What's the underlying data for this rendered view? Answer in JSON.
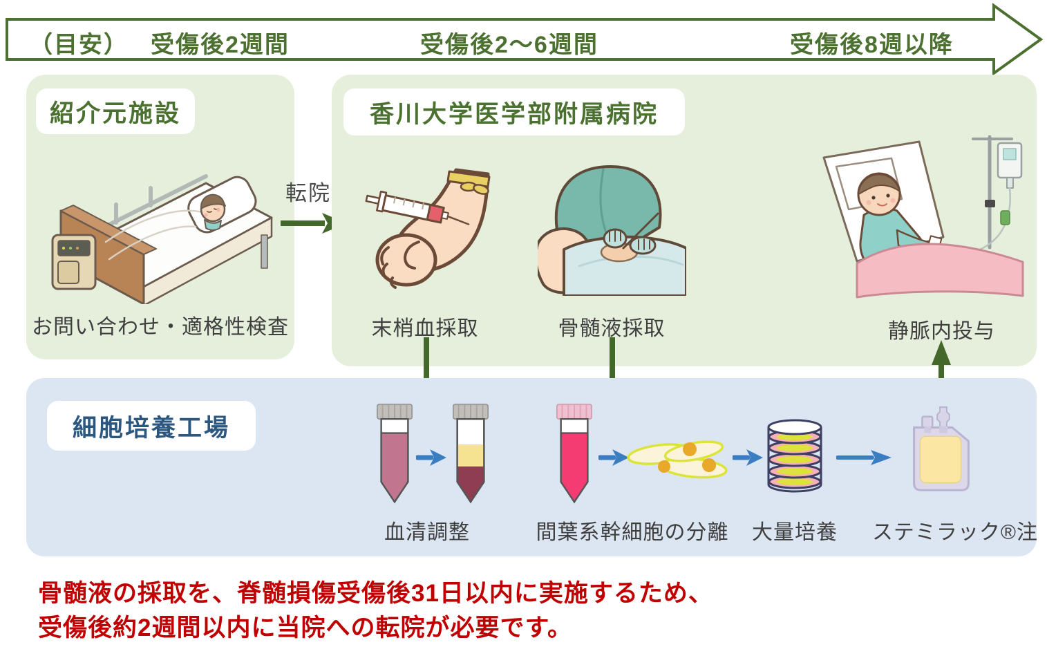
{
  "timeline": {
    "guide_label": "（目安）",
    "stages": [
      "受傷後2週間",
      "受傷後2～6週間",
      "受傷後8週以降"
    ]
  },
  "referral": {
    "title": "紹介元施設",
    "caption": "お問い合わせ・適格性検査"
  },
  "transfer": {
    "label": "転院"
  },
  "hospital": {
    "title": "香川大学医学部附属病院",
    "steps": [
      {
        "label": "末梢血採取"
      },
      {
        "label": "骨髄液採取"
      },
      {
        "label": "静脈内投与"
      }
    ]
  },
  "factory": {
    "title": "細胞培養工場",
    "steps": [
      {
        "label": "血清調整"
      },
      {
        "label": "間葉系幹細胞の分離"
      },
      {
        "label": "大量培養"
      },
      {
        "label": "ステミラック®注"
      }
    ]
  },
  "warning": {
    "line1": "骨髄液の採取を、脊髄損傷受傷後31日以内に実施するため、",
    "line2": "受傷後約2週間以内に当院への転院が必要です。"
  },
  "colors": {
    "accent_green": "#4c7030",
    "box_green": "#e6efdc",
    "box_blue": "#dce6f2",
    "title_blue": "#2a567f",
    "flow_blue": "#3a7ec1",
    "warning_red": "#c00000"
  }
}
